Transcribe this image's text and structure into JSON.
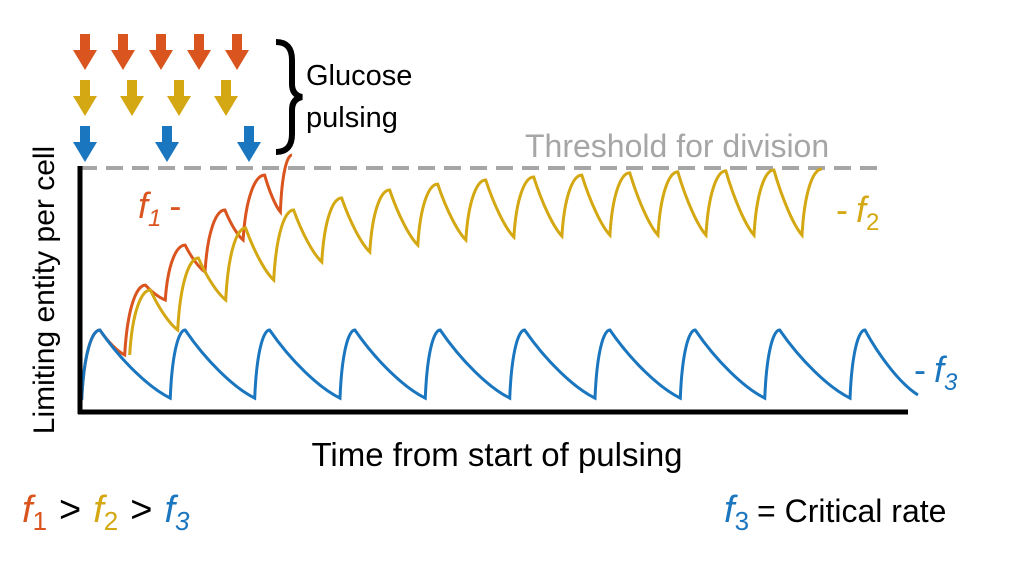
{
  "chart_data": {
    "type": "line",
    "title": "",
    "xlabel": "Time from start of pulsing",
    "ylabel": "Limiting entity per cell",
    "xlim": [
      0,
      100
    ],
    "ylim": [
      0,
      100
    ],
    "grid": false,
    "threshold": {
      "value": 100,
      "label": "Threshold for division",
      "color": "#a6a6a6"
    },
    "series": [
      {
        "name": "f1",
        "sub": "1",
        "label_prefix": "f",
        "color": "#d9541e",
        "points": [
          [
            0.2,
            4.9
          ],
          [
            2.4,
            33.6
          ],
          [
            5.4,
            23.4
          ],
          [
            7.9,
            52.0
          ],
          [
            10.3,
            45.9
          ],
          [
            12.7,
            68.4
          ],
          [
            15.1,
            57.4
          ],
          [
            17.5,
            82.8
          ],
          [
            19.7,
            70.5
          ],
          [
            22.3,
            97.1
          ],
          [
            24.2,
            82.0
          ],
          [
            25.6,
            105.3
          ]
        ]
      },
      {
        "name": "f2",
        "sub": "2",
        "label_prefix": "f",
        "color": "#d4a812",
        "points": [
          [
            6.0,
            23.4
          ],
          [
            8.5,
            50.0
          ],
          [
            11.8,
            33.6
          ],
          [
            14.3,
            63.1
          ],
          [
            17.6,
            45.9
          ],
          [
            20.0,
            75.4
          ],
          [
            23.4,
            54.1
          ],
          [
            25.8,
            82.8
          ],
          [
            29.2,
            61.5
          ],
          [
            31.6,
            87.7
          ],
          [
            35.0,
            65.6
          ],
          [
            37.4,
            91.0
          ],
          [
            40.8,
            68.4
          ],
          [
            43.2,
            93.4
          ],
          [
            46.6,
            70.5
          ],
          [
            49.0,
            95.1
          ],
          [
            52.4,
            71.7
          ],
          [
            54.8,
            96.3
          ],
          [
            58.2,
            72.1
          ],
          [
            60.6,
            97.1
          ],
          [
            64.0,
            72.5
          ],
          [
            66.4,
            98.0
          ],
          [
            69.8,
            72.5
          ],
          [
            72.2,
            98.4
          ],
          [
            75.6,
            72.5
          ],
          [
            78.0,
            98.8
          ],
          [
            81.4,
            72.5
          ],
          [
            83.8,
            99.2
          ],
          [
            87.2,
            72.5
          ],
          [
            89.6,
            99.6
          ]
        ]
      },
      {
        "name": "f3",
        "sub": "3",
        "label_prefix": "f",
        "color": "#1a76bf",
        "points": [
          [
            0.2,
            4.9
          ],
          [
            2.4,
            33.6
          ],
          [
            10.9,
            5.7
          ],
          [
            12.7,
            33.6
          ],
          [
            21.1,
            5.7
          ],
          [
            22.9,
            33.6
          ],
          [
            31.4,
            5.7
          ],
          [
            33.2,
            33.6
          ],
          [
            41.7,
            5.7
          ],
          [
            43.5,
            33.6
          ],
          [
            51.9,
            5.7
          ],
          [
            53.7,
            33.6
          ],
          [
            62.2,
            5.7
          ],
          [
            64.0,
            33.6
          ],
          [
            72.5,
            5.7
          ],
          [
            74.3,
            33.6
          ],
          [
            82.7,
            5.7
          ],
          [
            84.5,
            33.6
          ],
          [
            93.0,
            5.7
          ],
          [
            94.8,
            33.6
          ],
          [
            101.2,
            7.0
          ]
        ]
      }
    ],
    "pulse_arrows": {
      "f1": 5,
      "f2": 4,
      "f3": 3
    },
    "annotations": {
      "glucose_line1": "Glucose",
      "glucose_line2": "pulsing",
      "series_dash": "-",
      "f": "f",
      "gt": ">",
      "critical_text": "= Critical rate"
    }
  }
}
